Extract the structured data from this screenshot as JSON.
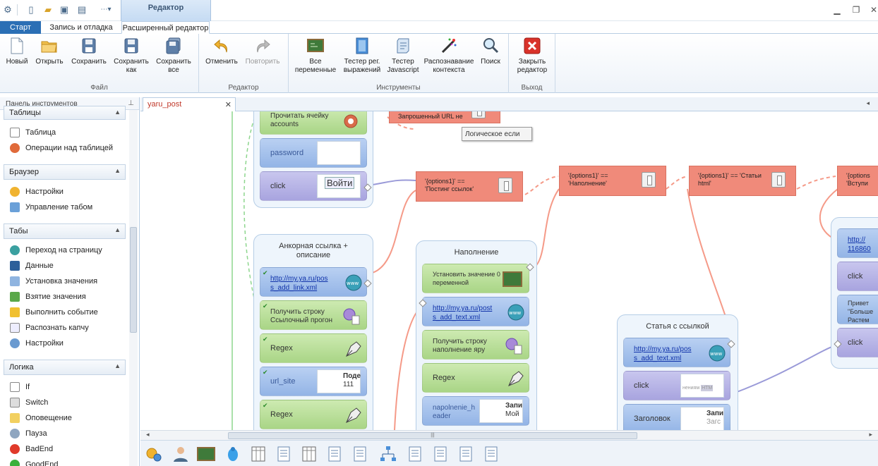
{
  "window": {
    "context_tab": "Редактор"
  },
  "ribbon_tabs": [
    "Старт",
    "Запись и отладка",
    "Расширенный редактор"
  ],
  "ribbon": {
    "groups": {
      "file": "Файл",
      "editor": "Редактор",
      "tools": "Инструменты",
      "exit": "Выход"
    },
    "buttons": {
      "new": "Новый",
      "open": "Открыть",
      "save": "Сохранить",
      "save_as_1": "Сохранить",
      "save_as_2": "как",
      "save_all_1": "Сохранить",
      "save_all_2": "все",
      "undo": "Отменить",
      "redo": "Повторить",
      "all_vars_1": "Все",
      "all_vars_2": "переменные",
      "regex_1": "Тестер рег.",
      "regex_2": "выражений",
      "js_1": "Тестер",
      "js_2": "Javascript",
      "ctx_1": "Распознавание",
      "ctx_2": "контекста",
      "search": "Поиск",
      "close_1": "Закрыть",
      "close_2": "редактор"
    }
  },
  "panel": {
    "title": "Панель инструментов",
    "pin_icon": "pin-icon",
    "sections": [
      {
        "label": "Таблицы",
        "items": [
          "Таблица",
          "Операции над таблицей"
        ]
      },
      {
        "label": "Браузер",
        "items": [
          "Настройки",
          "Управление табом"
        ]
      },
      {
        "label": "Табы",
        "items": [
          "Переход на страницу",
          "Данные",
          "Установка значения",
          "Взятие значения",
          "Выполнить событие",
          "Распознать капчу",
          "Настройки"
        ]
      },
      {
        "label": "Логика",
        "items": [
          "If",
          "Switch",
          "Оповещение",
          "Пауза",
          "BadEnd",
          "GoodEnd"
        ]
      }
    ]
  },
  "doc_tab": {
    "label": "yaru_post",
    "close": "✕"
  },
  "tooltip": "Логическое если",
  "canvas": {
    "top_group": {
      "items": [
        {
          "text1": "Прочитать ячейку",
          "text2": "accounts"
        },
        {
          "text": "password"
        },
        {
          "text": "click",
          "thumb": "Войти"
        }
      ]
    },
    "top_cond": "Запрошенный URL не",
    "conds": [
      {
        "line1": "'{options1}' ==",
        "line2": "'Постинг ссылок'"
      },
      {
        "line1": "'{options1}' ==",
        "line2": "'Наполнение'"
      },
      {
        "line1": "'{options1}' == 'Статьи",
        "line2": "html'"
      },
      {
        "line1": "'{options",
        "line2": "'Вступи"
      }
    ],
    "group_anchor": {
      "title1": "Анкорная ссылка +",
      "title2": "описание",
      "link1": "http://my.ya.ru/pos",
      "link2": "s_add_link.xml",
      "get1": "Получить строку",
      "get2": "Ссылочный прогон",
      "regex1": "Regex",
      "url_site": "url_site",
      "thumb_title": "Поде",
      "thumb_val": "111",
      "regex2": "Regex"
    },
    "group_fill": {
      "title": "Наполнение",
      "set1": "Установить значение 0",
      "set2": "переменной",
      "link1": "http://my.ya.ru/post",
      "link2": "s_add_text.xml",
      "get1": "Получить строку",
      "get2": "наполнение яру",
      "regex": "Regex",
      "var1": "napolnenie_h",
      "var2": "eader",
      "thumb_title": "Запи",
      "thumb_val": "Мой"
    },
    "group_article": {
      "title": "Статья с ссылкой",
      "link1": "http://my.ya.ru/pos",
      "link2": "s_add_text.xml",
      "click": "click",
      "thumb1": "нениям",
      "thumb2": "HTM",
      "header": "Заголовок",
      "thumb_title": "Запи",
      "thumb_val": "Загс"
    },
    "group_right": {
      "link1": "http://",
      "link2": "116860",
      "click1": "click",
      "text1": "Привет",
      "text2": "\"Больше",
      "text3": "Растем",
      "click2": "click"
    }
  },
  "hscroll_grip": "|||"
}
